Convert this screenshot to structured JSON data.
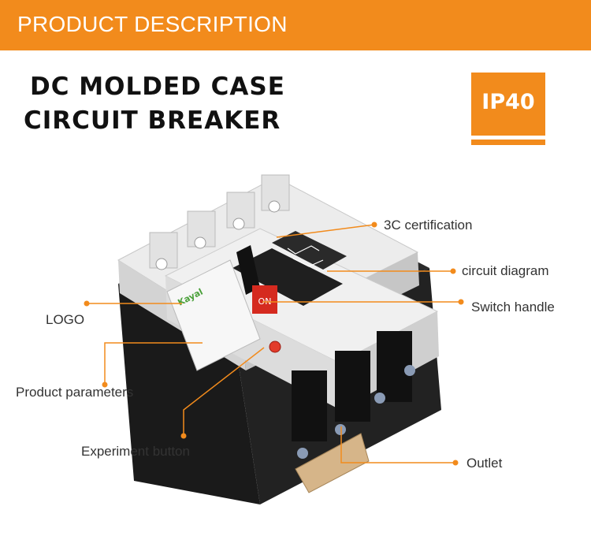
{
  "header": {
    "title": "PRODUCT DESCRIPTION"
  },
  "product": {
    "title_line1": "DC MOLDED CASE",
    "title_line2": "CIRCUIT BREAKER",
    "badge": "IP40"
  },
  "callouts": {
    "certification": "3C certification",
    "circuit_diagram": "circuit diagram",
    "switch_handle": "Switch handle",
    "logo": "LOGO",
    "product_parameters": "Product parameters",
    "experiment_button": "Experiment button",
    "outlet": "Outlet"
  },
  "device_labels": {
    "brand": "Kayal",
    "switch_on": "ON"
  },
  "colors": {
    "accent": "#f28b1c",
    "callout_line": "#f28b1c",
    "body": "#e6e6e6",
    "base": "#1a1a1a",
    "button": "#e23b2a"
  }
}
